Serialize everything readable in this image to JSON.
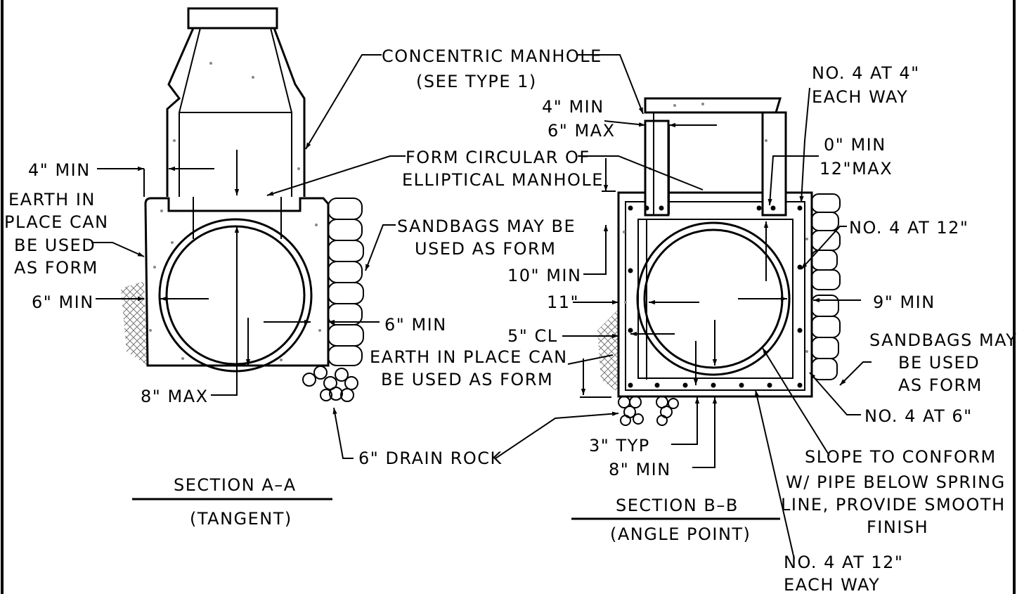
{
  "section_a": {
    "title": "SECTION A–A",
    "subtitle": "(TANGENT)",
    "labels": {
      "four_min": "4\" MIN",
      "earth_1": "EARTH IN",
      "earth_2": "PLACE CAN",
      "earth_3": "BE USED",
      "earth_4": "AS FORM",
      "six_min_left": "6\" MIN",
      "eight_max": "8\" MAX",
      "six_min_right": "6\" MIN",
      "drain_rock": "6\" DRAIN ROCK"
    }
  },
  "shared": {
    "concentric_1": "CONCENTRIC MANHOLE",
    "concentric_2": "(SEE TYPE 1)",
    "form_1": "FORM CIRCULAR OF",
    "form_2": "ELLIPTICAL MANHOLE",
    "sandbags_1": "SANDBAGS MAY BE",
    "sandbags_2": "USED AS FORM",
    "earth_mid_1": "EARTH IN PLACE CAN",
    "earth_mid_2": "BE USED AS FORM"
  },
  "section_b": {
    "title": "SECTION B–B",
    "subtitle": "(ANGLE POINT)",
    "labels": {
      "four_min": "4\" MIN",
      "six_max": "6\" MAX",
      "no4_4_1": "NO. 4 AT 4\"",
      "no4_4_2": "EACH WAY",
      "zero_min": "0\" MIN",
      "twelve_max": "12\"MAX",
      "no4_12": "NO. 4 AT 12\"",
      "ten_min": "10\" MIN",
      "eleven": "11\"",
      "nine_min": "9\" MIN",
      "five_cl": "5\" CL",
      "sandbags_1": "SANDBAGS MAY",
      "sandbags_2": "BE USED",
      "sandbags_3": "AS FORM",
      "no4_6": "NO. 4 AT 6\"",
      "three_typ": "3\" TYP",
      "eight_min": "8\" MIN",
      "slope_1": "SLOPE TO CONFORM",
      "slope_2": "W/ PIPE BELOW SPRING",
      "slope_3": "LINE, PROVIDE SMOOTH",
      "slope_4": "FINISH",
      "no4_12ew_1": "NO. 4 AT 12\"",
      "no4_12ew_2": "EACH WAY"
    }
  }
}
